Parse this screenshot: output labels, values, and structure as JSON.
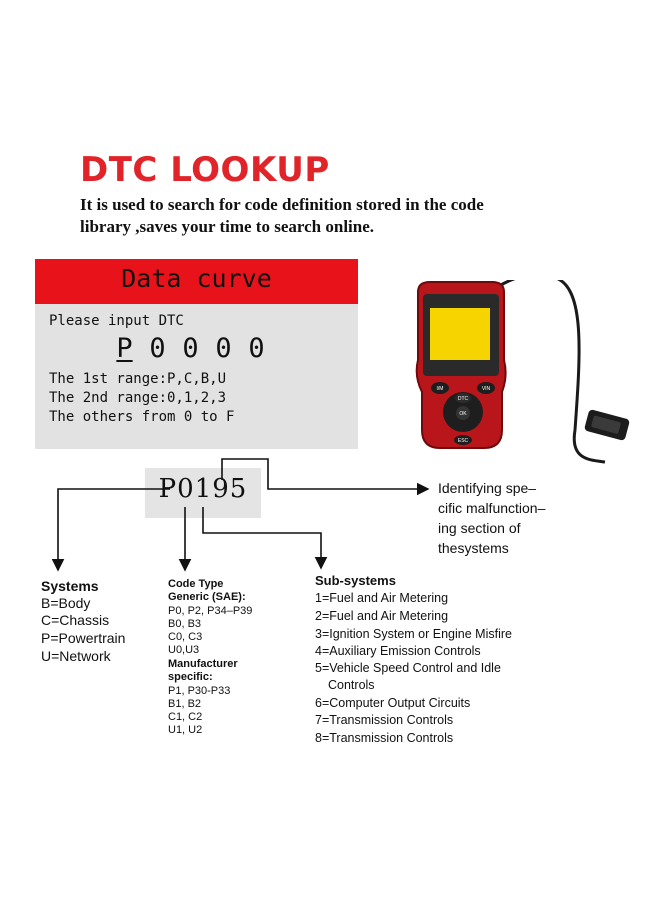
{
  "header": {
    "title": "DTC LOOKUP",
    "subtitle_line1": "It is used to search for code definition stored in the code",
    "subtitle_line2": "library ,saves your time to search online."
  },
  "screen": {
    "header_label": "Data curve",
    "prompt": "Please input DTC",
    "dtc_chars": [
      "P",
      "0",
      "0",
      "0",
      "0"
    ],
    "range_1": "The 1st range:P,C,B,U",
    "range_2": "The 2nd range:0,1,2,3",
    "range_3": "The others from 0 to F"
  },
  "diagram": {
    "code": "P0195",
    "identifying": [
      "Identifying spe–",
      "cific malfunction–",
      "ing section of",
      "thesystems"
    ],
    "systems": {
      "title": "Systems",
      "items": [
        "B=Body",
        "C=Chassis",
        "P=Powertrain",
        "U=Network"
      ]
    },
    "code_type": {
      "title_1": "Code Type",
      "title_2": "Generic (SAE):",
      "generic": [
        "P0, P2, P34–P39",
        "B0, B3",
        "C0, C3",
        "U0,U3"
      ],
      "mfr_title_1": "Manufacturer",
      "mfr_title_2": "specific:",
      "manufacturer": [
        "P1, P30-P33",
        "B1, B2",
        "C1, C2",
        "U1, U2"
      ]
    },
    "subsystems": {
      "title": "Sub-systems",
      "items": [
        "1=Fuel and Air Metering",
        "2=Fuel and Air Metering",
        "3=Ignition System or Engine Misfire",
        "4=Auxiliary Emission Controls",
        "5=Vehicle Speed Control and Idle",
        "Controls",
        "6=Computer Output Circuits",
        "7=Transmission Controls",
        "8=Transmission Controls"
      ]
    }
  },
  "device": {
    "body_color": "#b8161b",
    "screen_color": "#f5d400",
    "buttons": [
      "I/M",
      "VIN",
      "DTC",
      "OK",
      "ESC"
    ]
  }
}
